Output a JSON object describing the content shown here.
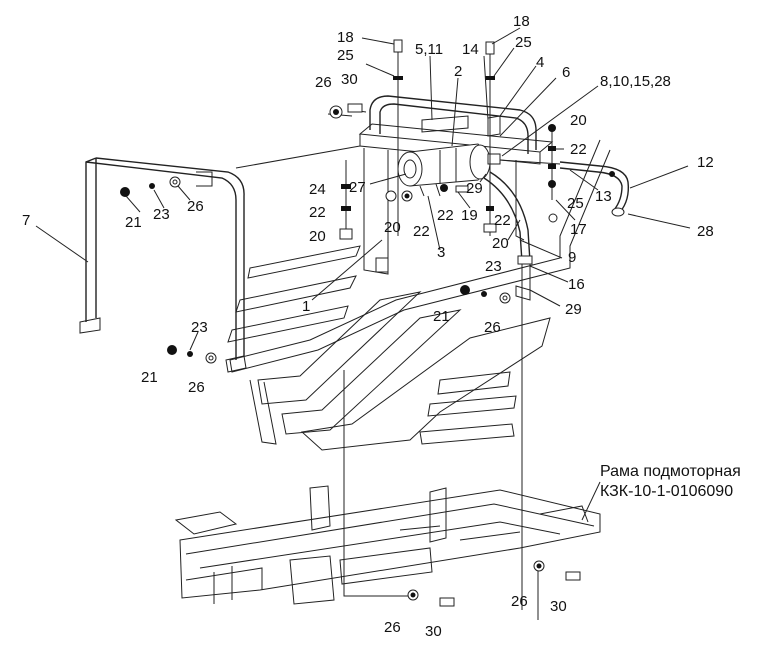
{
  "drawing": {
    "caption_line1": "Рама подмоторная",
    "caption_line2": "КЗК-10-1-0106090",
    "callouts": [
      {
        "id": "c-18a",
        "text": "18"
      },
      {
        "id": "c-25a",
        "text": "25"
      },
      {
        "id": "c-511",
        "text": "5,11"
      },
      {
        "id": "c-14",
        "text": "14"
      },
      {
        "id": "c-18b",
        "text": "18"
      },
      {
        "id": "c-25b",
        "text": "25"
      },
      {
        "id": "c-2",
        "text": "2"
      },
      {
        "id": "c-4",
        "text": "4"
      },
      {
        "id": "c-6",
        "text": "6"
      },
      {
        "id": "c-8",
        "text": "8,10,15,28"
      },
      {
        "id": "c-26a",
        "text": "26"
      },
      {
        "id": "c-30a",
        "text": "30"
      },
      {
        "id": "c-20a",
        "text": "20"
      },
      {
        "id": "c-22a",
        "text": "22"
      },
      {
        "id": "c-12",
        "text": "12"
      },
      {
        "id": "c-7",
        "text": "7"
      },
      {
        "id": "c-24",
        "text": "24"
      },
      {
        "id": "c-27",
        "text": "27"
      },
      {
        "id": "c-29a",
        "text": "29"
      },
      {
        "id": "c-13",
        "text": "13"
      },
      {
        "id": "c-21a",
        "text": "21"
      },
      {
        "id": "c-23a",
        "text": "23"
      },
      {
        "id": "c-26b",
        "text": "26"
      },
      {
        "id": "c-22b",
        "text": "22"
      },
      {
        "id": "c-19",
        "text": "19"
      },
      {
        "id": "c-22c",
        "text": "22"
      },
      {
        "id": "c-25c",
        "text": "25"
      },
      {
        "id": "c-28",
        "text": "28"
      },
      {
        "id": "c-20b",
        "text": "20"
      },
      {
        "id": "c-22d",
        "text": "22"
      },
      {
        "id": "c-22e",
        "text": "22"
      },
      {
        "id": "c-17",
        "text": "17"
      },
      {
        "id": "c-20c",
        "text": "20"
      },
      {
        "id": "c-3",
        "text": "3"
      },
      {
        "id": "c-20d",
        "text": "20"
      },
      {
        "id": "c-9",
        "text": "9"
      },
      {
        "id": "c-23b",
        "text": "23"
      },
      {
        "id": "c-16",
        "text": "16"
      },
      {
        "id": "c-1",
        "text": "1"
      },
      {
        "id": "c-21b",
        "text": "21"
      },
      {
        "id": "c-29b",
        "text": "29"
      },
      {
        "id": "c-26c",
        "text": "26"
      },
      {
        "id": "c-23c",
        "text": "23"
      },
      {
        "id": "c-21c",
        "text": "21"
      },
      {
        "id": "c-26d",
        "text": "26"
      },
      {
        "id": "c-26e",
        "text": "26"
      },
      {
        "id": "c-30b",
        "text": "30"
      },
      {
        "id": "c-26f",
        "text": "26"
      },
      {
        "id": "c-30c",
        "text": "30"
      }
    ]
  }
}
